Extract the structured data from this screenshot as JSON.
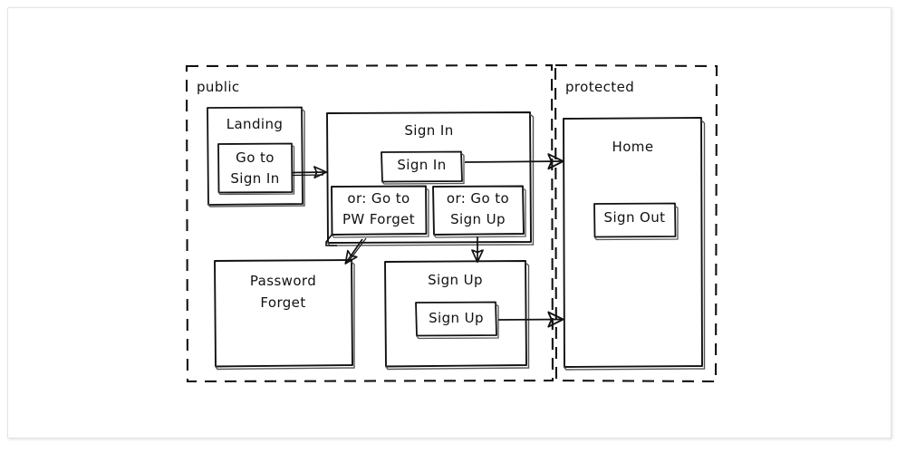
{
  "diagram": {
    "type": "flow-diagram",
    "style": "hand-drawn-sketch",
    "stroke_color": "#111111",
    "background_color": "#ffffff",
    "groups": [
      {
        "id": "public",
        "label": "public",
        "border": "dashed"
      },
      {
        "id": "protected",
        "label": "protected",
        "border": "dashed"
      }
    ],
    "nodes": [
      {
        "id": "landing",
        "title": "Landing",
        "group": "public",
        "buttons": [
          {
            "id": "go-to-sign-in",
            "label": "Go to\nSign In"
          }
        ]
      },
      {
        "id": "sign-in",
        "title": "Sign In",
        "group": "public",
        "buttons": [
          {
            "id": "sign-in-submit",
            "label": "Sign In"
          },
          {
            "id": "or-go-to-pw-forget",
            "label": "or: Go to\nPW Forget"
          },
          {
            "id": "or-go-to-sign-up",
            "label": "or: Go to\nSign Up"
          }
        ]
      },
      {
        "id": "password-forget",
        "title": "Password\nForget",
        "group": "public",
        "buttons": []
      },
      {
        "id": "sign-up",
        "title": "Sign Up",
        "group": "public",
        "buttons": [
          {
            "id": "sign-up-submit",
            "label": "Sign Up"
          }
        ]
      },
      {
        "id": "home",
        "title": "Home",
        "group": "protected",
        "buttons": [
          {
            "id": "sign-out",
            "label": "Sign Out"
          }
        ]
      }
    ],
    "edges": [
      {
        "id": "edge-landing-to-signin",
        "from": "go-to-sign-in",
        "to": "sign-in",
        "label": ""
      },
      {
        "id": "edge-signin-to-home",
        "from": "sign-in-submit",
        "to": "home",
        "label": ""
      },
      {
        "id": "edge-pwforget",
        "from": "or-go-to-pw-forget",
        "to": "password-forget",
        "label": ""
      },
      {
        "id": "edge-signup",
        "from": "or-go-to-sign-up",
        "to": "sign-up",
        "label": ""
      },
      {
        "id": "edge-signup-to-home",
        "from": "sign-up-submit",
        "to": "home",
        "label": ""
      }
    ]
  },
  "labels": {
    "public": "public",
    "protected": "protected",
    "landing_title": "Landing",
    "go_to_sign_in_line1": "Go to",
    "go_to_sign_in_line2": "Sign In",
    "sign_in_title": "Sign In",
    "sign_in_button": "Sign In",
    "or_pw_line1": "or: Go to",
    "or_pw_line2": "PW Forget",
    "or_su_line1": "or: Go to",
    "or_su_line2": "Sign Up",
    "password_forget_line1": "Password",
    "password_forget_line2": "Forget",
    "sign_up_title": "Sign Up",
    "sign_up_button": "Sign Up",
    "home_title": "Home",
    "sign_out_button": "Sign Out"
  }
}
